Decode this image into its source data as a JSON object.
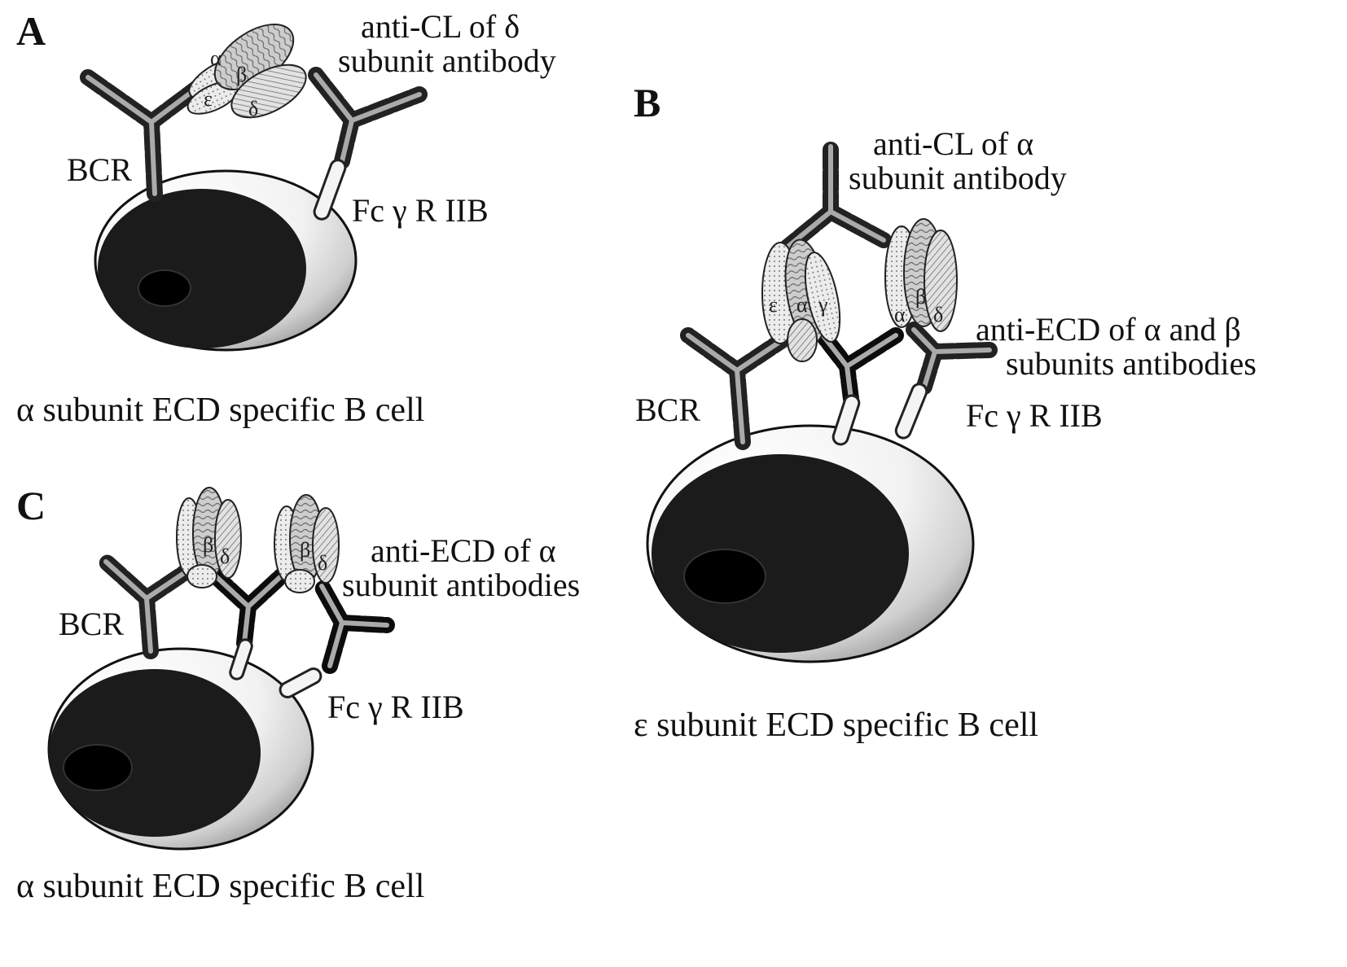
{
  "panels": {
    "a": {
      "letter": "A",
      "antibody_label": [
        "anti-CL of δ",
        "subunit antibody"
      ],
      "bcr_label": "BCR",
      "fcr_label": "Fc γ R IIB",
      "caption": "α subunit ECD specific B cell",
      "subunits": [
        "α",
        "β",
        "ε",
        "δ"
      ]
    },
    "b": {
      "letter": "B",
      "antibody_label": [
        "anti-CL of α",
        "subunit antibody"
      ],
      "antibody_label_2": [
        "anti-ECD of α and β",
        "subunits antibodies"
      ],
      "bcr_label": "BCR",
      "fcr_label": "Fc γ R IIB",
      "caption": "ε subunit ECD specific B cell",
      "subunits": [
        "ε",
        "α",
        "γ",
        "β",
        "α",
        "δ"
      ]
    },
    "c": {
      "letter": "C",
      "antibody_label": [
        "anti-ECD of α",
        "subunit antibodies"
      ],
      "bcr_label": "BCR",
      "fcr_label": "Fc γ R IIB",
      "caption": "α subunit ECD specific B cell",
      "subunits": [
        "β",
        "δ",
        "β",
        "δ"
      ]
    }
  },
  "colors": {
    "nucleus": "#1b1b1b",
    "nucleolus": "#000000",
    "cell_light": "#fafafa",
    "cell_shadow": "#9a9a9a",
    "antibody": "#222222",
    "subunit_fill": "#d6d6d6"
  }
}
